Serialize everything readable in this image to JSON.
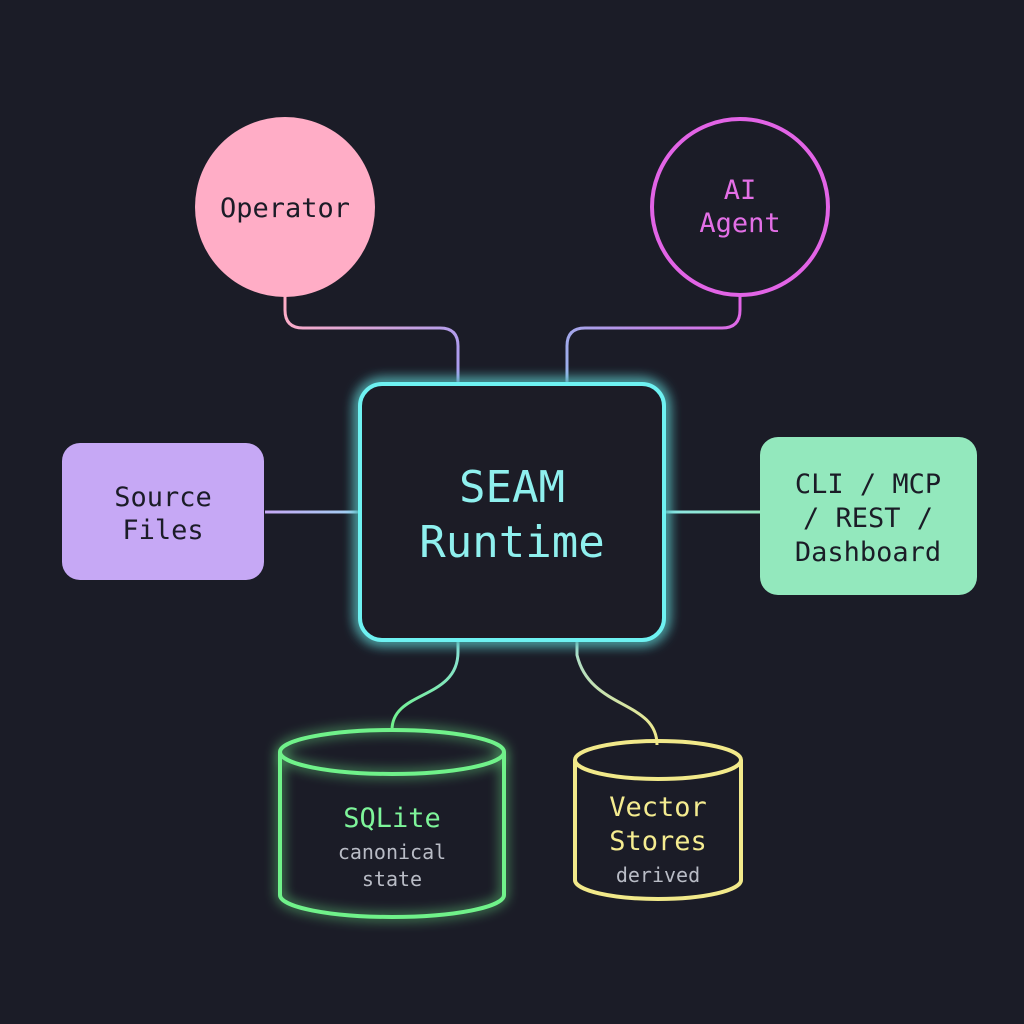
{
  "diagram": {
    "operator": {
      "label": "Operator",
      "color": "#ffadc6"
    },
    "ai_agent": {
      "line1": "AI",
      "line2": "Agent",
      "color": "#e264e6"
    },
    "runtime": {
      "line1": "SEAM",
      "line2": "Runtime",
      "color": "#6ef2f2"
    },
    "source_files": {
      "line1": "Source",
      "line2": "Files",
      "color": "#c6a8f5"
    },
    "interfaces": {
      "line1": "CLI / MCP",
      "line2": "/ REST /",
      "line3": "Dashboard",
      "color": "#93e8bd"
    },
    "sqlite": {
      "name": "SQLite",
      "sub1": "canonical",
      "sub2": "state",
      "color": "#6ff28a"
    },
    "vector_stores": {
      "name1": "Vector",
      "name2": "Stores",
      "sub": "derived",
      "color": "#f2e98a"
    }
  }
}
